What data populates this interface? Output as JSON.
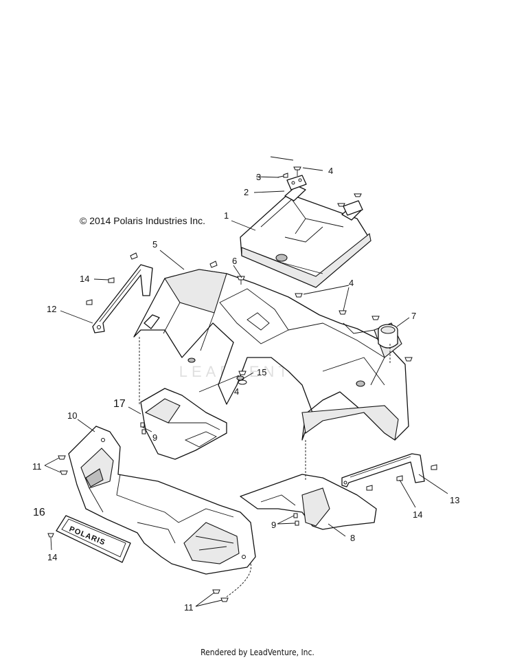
{
  "copyright": "© 2014 Polaris Industries Inc.",
  "footer": "Rendered by LeadVenture, Inc.",
  "watermark": "LEADVENTURE",
  "grille_text": "POLARIS",
  "callouts": {
    "c1": "1",
    "c2": "2",
    "c3": "3",
    "c4_top": "4",
    "c4_mid": "4",
    "c4_low": "4",
    "c5": "5",
    "c6": "6",
    "c7": "7",
    "c8": "8",
    "c9_left": "9",
    "c9_right": "9",
    "c10": "10",
    "c11_left": "11",
    "c11_bottom": "11",
    "c12": "12",
    "c13": "13",
    "c14_left": "14",
    "c14_right": "14",
    "c14_bottom": "14",
    "c15": "15",
    "c16": "16",
    "c17": "17"
  }
}
